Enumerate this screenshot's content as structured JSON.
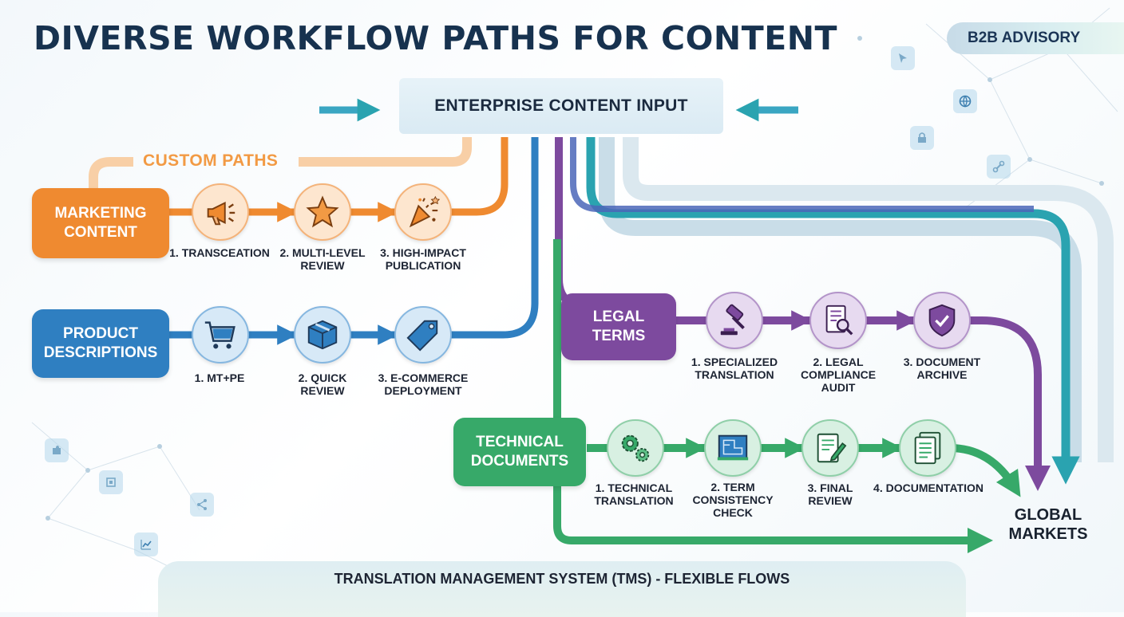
{
  "title": "DIVERSE WORKFLOW PATHS FOR CONTENT",
  "badge": "B2B ADVISORY",
  "input": "ENTERPRISE CONTENT INPUT",
  "custom_paths": "CUSTOM PATHS",
  "categories": {
    "marketing": "MARKETING\nCONTENT",
    "product": "PRODUCT\nDESCRIPTIONS",
    "legal": "LEGAL\nTERMS",
    "technical": "TECHNICAL\nDOCUMENTS"
  },
  "marketing_steps": [
    {
      "label": "1. TRANSCEATION",
      "icon": "megaphone-icon"
    },
    {
      "label": "2. MULTI-LEVEL\nREVIEW",
      "icon": "star-icon"
    },
    {
      "label": "3. HIGH-IMPACT\nPUBLICATION",
      "icon": "party-popper-icon"
    }
  ],
  "product_steps": [
    {
      "label": "1. MT+PE",
      "icon": "shopping-cart-icon"
    },
    {
      "label": "2. QUICK\nREVIEW",
      "icon": "box-icon"
    },
    {
      "label": "3. E-COMMERCE\nDEPLOYMENT",
      "icon": "tag-icon"
    }
  ],
  "legal_steps": [
    {
      "label": "1. SPECIALIZED\nTRANSLATION",
      "icon": "gavel-icon"
    },
    {
      "label": "2. LEGAL\nCOMPLIANCE\nAUDIT",
      "icon": "document-search-icon"
    },
    {
      "label": "3. DOCUMENT\nARCHIVE",
      "icon": "shield-check-icon"
    }
  ],
  "technical_steps": [
    {
      "label": "1. TECHNICAL\nTRANSLATION",
      "icon": "gears-icon"
    },
    {
      "label": "2. TERM\nCONSISTENCY\nCHECK",
      "icon": "blueprint-icon"
    },
    {
      "label": "3. FINAL\nREVIEW",
      "icon": "edit-document-icon"
    },
    {
      "label": "4. DOCUMENTATION",
      "icon": "documents-icon"
    }
  ],
  "destination": "GLOBAL\nMARKETS",
  "footer": "TRANSLATION MANAGEMENT SYSTEM (TMS) - FLEXIBLE FLOWS",
  "colors": {
    "title": "#17324f",
    "marketing": "#ef8a30",
    "product": "#2f7fc1",
    "legal": "#7d4a9e",
    "technical": "#37a969",
    "teal": "#2aa3b0"
  }
}
